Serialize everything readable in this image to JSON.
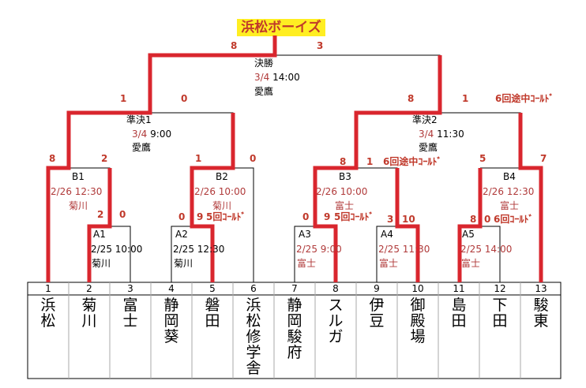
{
  "title": "浜松ボーイズ",
  "final": {
    "label": "決勝",
    "date": "3/4",
    "time": "14:00",
    "venue": "愛鷹",
    "score_left": "8",
    "score_right": "3"
  },
  "semi1": {
    "label": "準決1",
    "date": "3/4",
    "time": "9:00",
    "venue": "愛鷹",
    "score_left": "1",
    "score_right": "0"
  },
  "semi2": {
    "label": "準決2",
    "date": "3/4",
    "time": "11:30",
    "venue": "愛鷹",
    "score_left": "8",
    "score_right": "1",
    "note": "6回途中ｺｰﾙﾄﾞ"
  },
  "b1": {
    "label": "B1",
    "datetime": "2/26 12:30",
    "venue": "菊川",
    "score_left": "8",
    "score_right": "2"
  },
  "b2": {
    "label": "B2",
    "datetime": "2/26 10:00",
    "venue": "菊川",
    "score_left": "1",
    "score_right": "0"
  },
  "b3": {
    "label": "B3",
    "datetime": "2/26  10:00",
    "venue": "富士",
    "score_left": "8",
    "score_right": "1",
    "note": "6回途中ｺｰﾙﾄﾞ"
  },
  "b4": {
    "label": "B4",
    "datetime": "2/26 12:30",
    "venue": "富士",
    "score_left": "5",
    "score_right": "7"
  },
  "a1": {
    "label": "A1",
    "datetime": "2/25 10:00",
    "venue": "菊川",
    "score_left": "2",
    "score_right": "0"
  },
  "a2": {
    "label": "A2",
    "datetime": "2/25 12:30",
    "venue": "菊川",
    "score_left": "0",
    "score_right": "9",
    "note": "5回ｺｰﾙﾄﾞ"
  },
  "a3": {
    "label": "A3",
    "datetime": "2/25 9:00",
    "venue": "富士",
    "score_left": "0",
    "score_right": "9",
    "note": "5回ｺｰﾙﾄﾞ"
  },
  "a4": {
    "label": "A4",
    "datetime": "2/25 11:30",
    "venue": "富士",
    "score_left": "3",
    "score_right": "10"
  },
  "a5": {
    "label": "A5",
    "datetime": "2/25 14:00",
    "venue": "富士",
    "score_left": "8",
    "score_right": "0",
    "note": "6回ｺｰﾙﾄﾞ"
  },
  "teams": [
    {
      "no": "1",
      "name": "浜松"
    },
    {
      "no": "2",
      "name": "菊川"
    },
    {
      "no": "3",
      "name": "富士"
    },
    {
      "no": "4",
      "name": "静岡葵"
    },
    {
      "no": "5",
      "name": "磐田"
    },
    {
      "no": "6",
      "name": "浜松修学舎"
    },
    {
      "no": "7",
      "name": "静岡駿府"
    },
    {
      "no": "8",
      "name": "スルガ"
    },
    {
      "no": "9",
      "name": "伊豆"
    },
    {
      "no": "10",
      "name": "御殿場"
    },
    {
      "no": "11",
      "name": "島田"
    },
    {
      "no": "12",
      "name": "下田"
    },
    {
      "no": "13",
      "name": "駿東"
    }
  ],
  "colors": {
    "winner_line": "#d9262e",
    "title_bg": "#ffee22",
    "score": "#c0392b"
  }
}
